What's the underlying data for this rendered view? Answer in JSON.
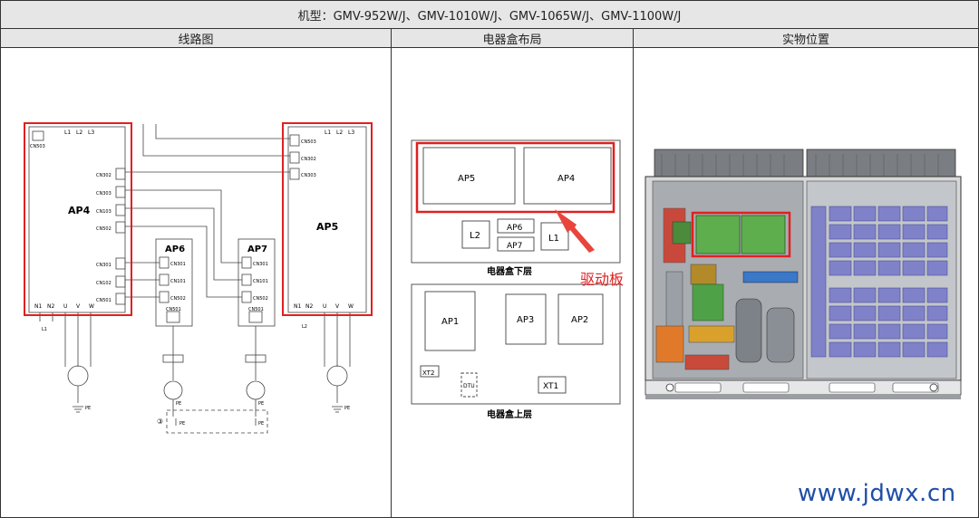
{
  "title": "机型：GMV-952W/J、GMV-1010W/J、GMV-1065W/J、GMV-1100W/J",
  "columns": [
    "线路图",
    "电器盒布局",
    "实物位置"
  ],
  "wiring": {
    "ap4": {
      "label": "AP4",
      "top_terminals": [
        "L1",
        "L2",
        "L3"
      ],
      "cn503": "CN503",
      "connectors": [
        "CN302",
        "CN303",
        "CN103",
        "CN502",
        "CN301",
        "CN102",
        "CN501"
      ],
      "bottom_terminals": [
        "N1",
        "N2",
        "U",
        "V",
        "W"
      ],
      "choke": "L1"
    },
    "ap5": {
      "label": "AP5",
      "top_terminals": [
        "L1",
        "L2",
        "L3"
      ],
      "connectors": [
        "CN503",
        "CN302",
        "CN303"
      ],
      "bottom_terminals": [
        "N1",
        "N2",
        "U",
        "V",
        "W"
      ],
      "choke": "L2"
    },
    "ap6": {
      "label": "AP6",
      "connectors": [
        "CN301",
        "CN101",
        "CN502",
        "CN501"
      ]
    },
    "ap7": {
      "label": "AP7",
      "connectors": [
        "CN301",
        "CN101",
        "CN502",
        "CN501"
      ]
    },
    "pe": "PE",
    "circle_marker": "③"
  },
  "layout_box": {
    "lower": {
      "boards": [
        "AP5",
        "AP4"
      ],
      "parts": [
        "L2",
        "AP6",
        "AP7",
        "L1"
      ],
      "caption": "电器盒下层"
    },
    "upper": {
      "boards": [
        "AP1",
        "AP3",
        "AP2"
      ],
      "parts": [
        "XT2",
        "DTU",
        "XT1"
      ],
      "caption": "电器盒上层"
    },
    "callout": "驱动板"
  },
  "watermark": "www.jdwx.cn",
  "colors": {
    "highlight": "#e02020",
    "arrow": "#e8453c",
    "watermark": "#1f4ea8",
    "header_bg": "#e6e6e6"
  }
}
